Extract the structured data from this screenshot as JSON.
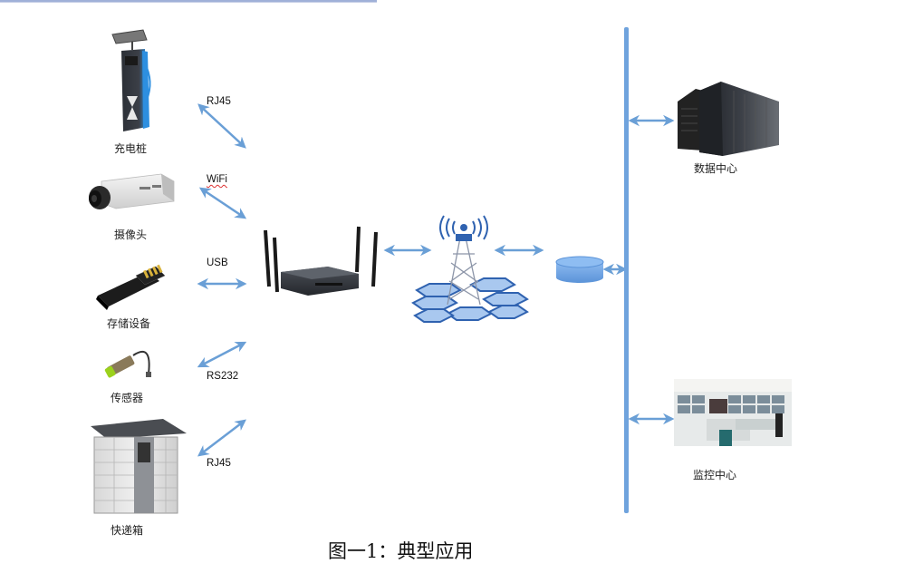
{
  "figure": {
    "caption": "图一1：典型应用",
    "colors": {
      "arrow": "#6a9fd6",
      "bus": "#6fa3dd",
      "hex_fill": "#a9c8ef",
      "hex_edge": "#2f62b0",
      "cylinder": "#74a9e8"
    }
  },
  "devices": [
    {
      "id": "charging-pile",
      "label": "充电桩",
      "protocol": "RJ45",
      "icon": "ev-charger-icon"
    },
    {
      "id": "camera",
      "label": "摄像头",
      "protocol": "WiFi",
      "icon": "camera-icon"
    },
    {
      "id": "storage",
      "label": "存储设备",
      "protocol": "USB",
      "icon": "usb-drive-icon"
    },
    {
      "id": "sensor",
      "label": "传感器",
      "protocol": "RS232",
      "icon": "sensor-icon"
    },
    {
      "id": "parcel-locker",
      "label": "快递箱",
      "protocol": "RJ45",
      "icon": "parcel-locker-icon"
    }
  ],
  "core": {
    "router": {
      "icon": "4g-router-icon"
    },
    "tower": {
      "icon": "cell-tower-icon"
    },
    "cloud_db": {
      "icon": "database-cylinder-icon"
    }
  },
  "endpoints": [
    {
      "id": "data-center",
      "label": "数据中心",
      "icon": "server-rack-icon"
    },
    {
      "id": "monitor-center",
      "label": "监控中心",
      "icon": "monitoring-room-icon"
    }
  ]
}
